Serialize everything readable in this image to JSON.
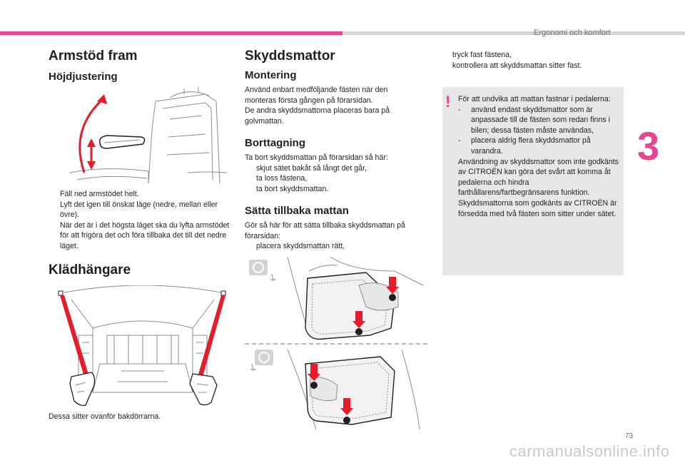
{
  "header": {
    "title": "Ergonomi och komfort",
    "chapter_number": "3",
    "page_number": "73",
    "accent_color": "#e8448f"
  },
  "col1": {
    "title": "Armstöd fram",
    "subtitle": "Höjdjustering",
    "steps": [
      "Fäll ned armstödet helt.",
      "Lyft det igen till önskat läge (nedre, mellan eller övre).",
      "När det är i det högsta läget ska du lyfta armstödet för att frigöra det och föra tillbaka det till det nedre läget."
    ],
    "hanger_title": "Klädhängare",
    "hanger_caption": "Dessa sitter ovanför bakdörrarna."
  },
  "col2": {
    "title": "Skyddsmattor",
    "mount_title": "Montering",
    "mount_text1": "Använd enbart medföljande fästen när den monteras första gången på förarsidan.",
    "mount_text2": "De andra skyddsmattorna placeras bara på golvmattan.",
    "remove_title": "Borttagning",
    "remove_intro": "Ta bort skyddsmattan på förarsidan så här:",
    "remove_steps": [
      "skjut sätet bakåt så långt det går,",
      "ta loss fästena,",
      "ta bort skyddsmattan."
    ],
    "refit_title": "Sätta tillbaka mattan",
    "refit_intro": "Gör så här för att sätta tillbaka skyddsmattan på förarsidan:",
    "refit_steps": [
      "placera skyddsmattan rätt,"
    ]
  },
  "col3": {
    "steps": [
      "tryck fast fästena,",
      "kontrollera att skyddsmattan sitter fast."
    ],
    "warning": {
      "icon": "exclamation-icon",
      "intro": "För att undvika att mattan fastnar i pedalerna:",
      "items": [
        "använd endast skyddsmattor som är anpassade till de fästen som redan finns i bilen; dessa fästen måste användas,",
        "placera aldrig flera skyddsmattor på varandra."
      ],
      "para1": "Användning av skyddsmattor som inte godkänts av CITROËN kan göra det svårt att komma åt pedalerna och hindra farthållarens/fartbegränsarens funktion.",
      "para2": "Skyddsmattorna som godkänts av CITROËN är försedda med två fästen som sitter under sätet."
    }
  },
  "bullet_glyph": "",
  "dash_glyph": "-",
  "watermark": "carmanualsonline.info"
}
